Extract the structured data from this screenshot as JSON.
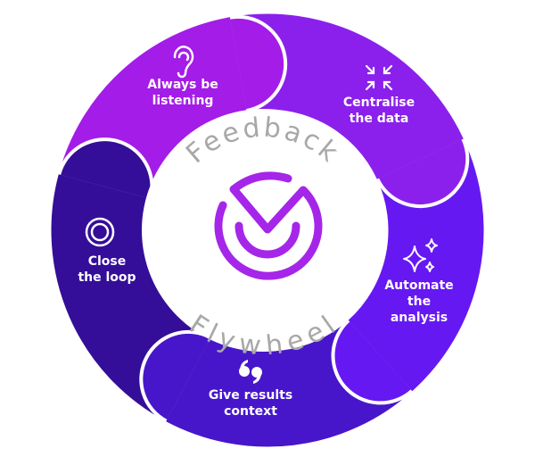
{
  "title": {
    "top": "Feedback",
    "bottom": "Flywheel"
  },
  "steps": [
    {
      "lines": [
        "Always be",
        "listening"
      ],
      "icon": "ear-icon",
      "color": "#a31ce8"
    },
    {
      "lines": [
        "Centralise",
        "the data"
      ],
      "icon": "arrows-collapse-icon",
      "color": "#8b20ec"
    },
    {
      "lines": [
        "Automate",
        "the",
        "analysis"
      ],
      "icon": "sparkles-icon",
      "color": "#6618f2"
    },
    {
      "lines": [
        "Give results",
        "context"
      ],
      "icon": "quote-icon",
      "color": "#4716ca"
    },
    {
      "lines": [
        "Close",
        "the loop"
      ],
      "icon": "target-icon",
      "color": "#340e98"
    }
  ],
  "colors": {
    "logo": "#a526e8",
    "title_text": "#a8a8a8"
  }
}
